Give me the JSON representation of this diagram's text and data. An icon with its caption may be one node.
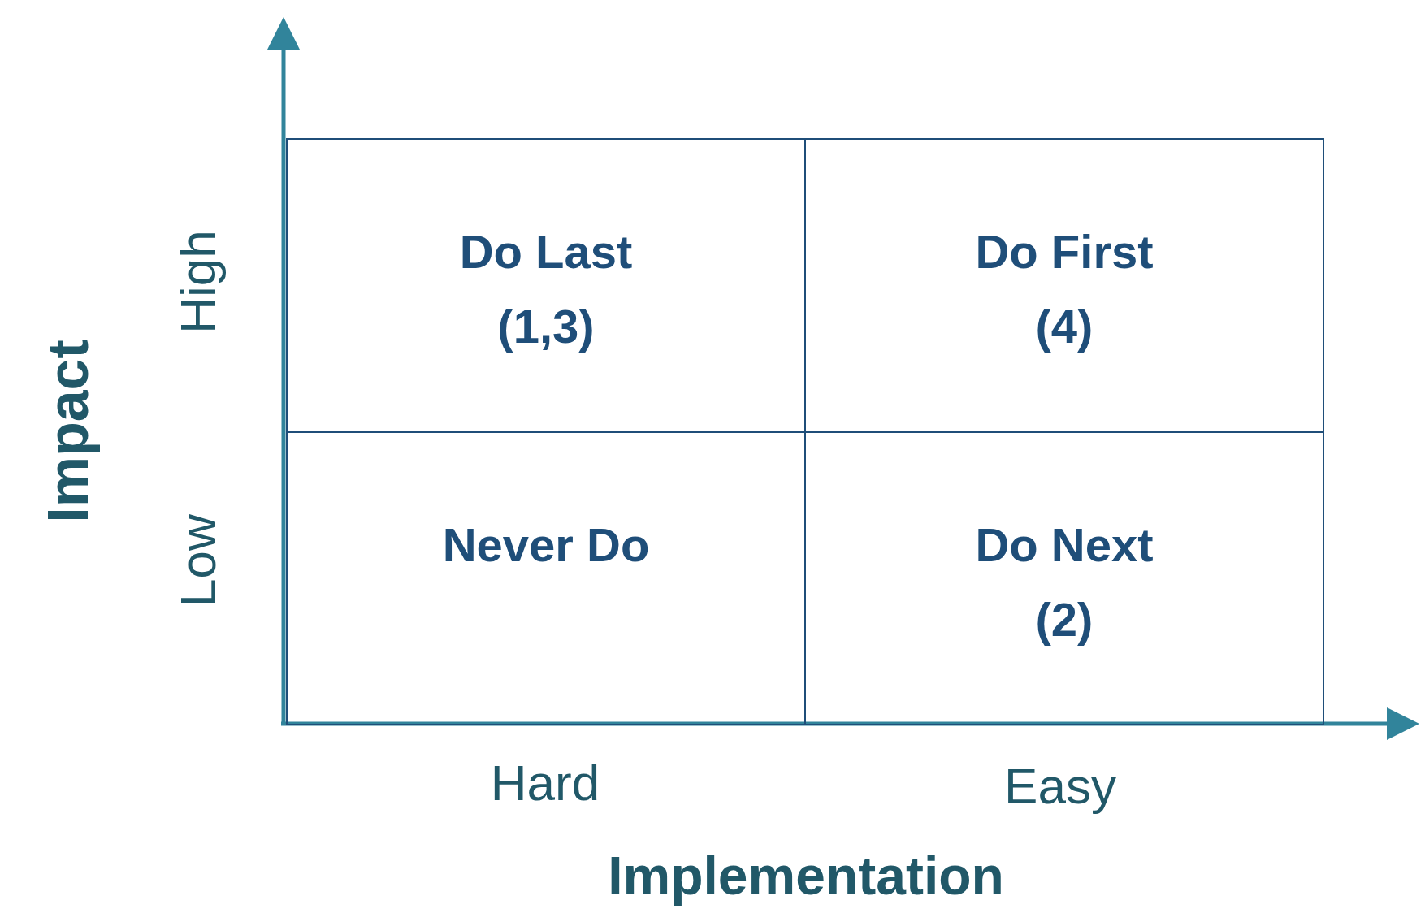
{
  "diagram": {
    "nodes": [
      {
        "text": [
          "Do Last",
          "(1,3)"
        ]
      },
      {
        "text": [
          "Do First",
          "(4)"
        ]
      },
      {
        "text": [
          "Never Do"
        ]
      },
      {
        "text": [
          "Do Next",
          "(2)"
        ]
      }
    ],
    "labels": [
      "High",
      "Low",
      "Impact",
      "Hard",
      "Easy",
      "Implementation"
    ]
  }
}
